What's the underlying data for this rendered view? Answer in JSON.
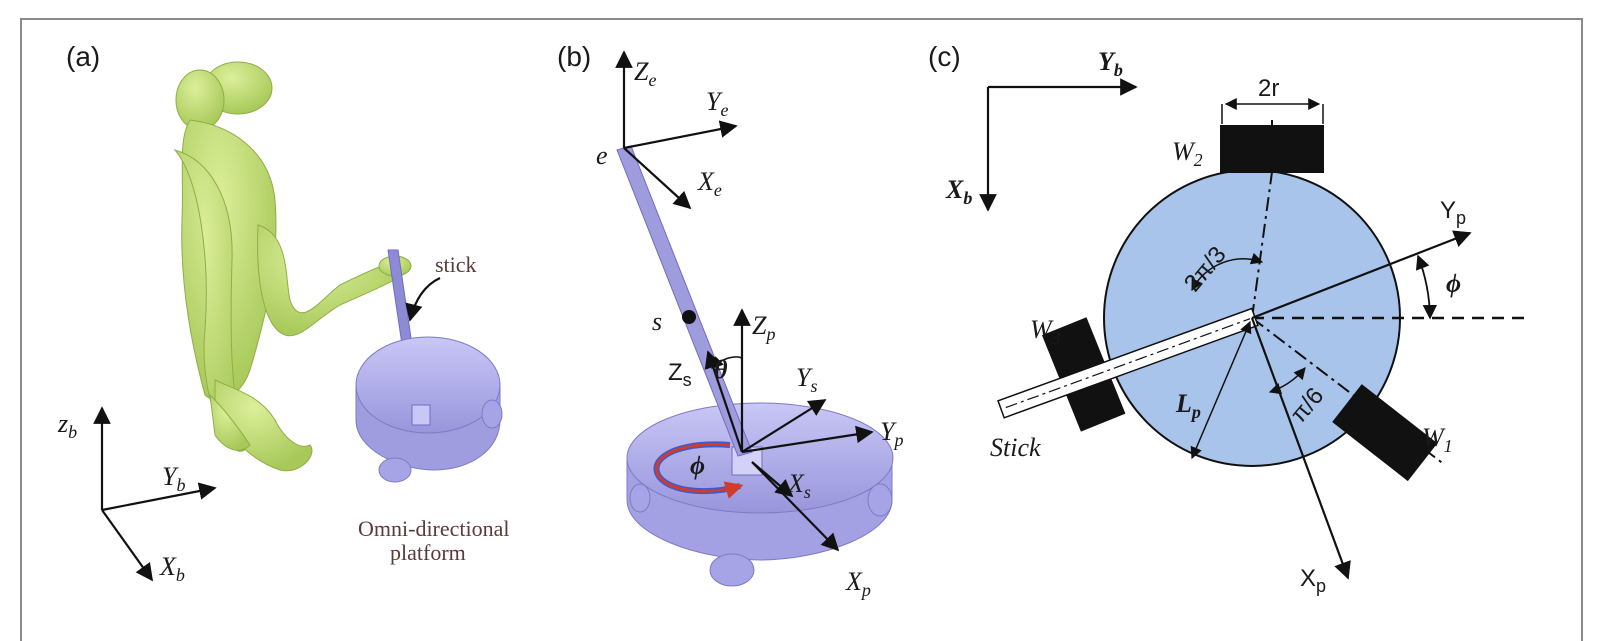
{
  "panels": {
    "a": {
      "label": "(a)",
      "stick_label": "stick",
      "platform_label_line1": "Omni-directional",
      "platform_label_line2": "platform",
      "axes": {
        "z": "z",
        "z_sub": "b",
        "y": "Y",
        "y_sub": "b",
        "x": "X",
        "x_sub": "b"
      },
      "colors": {
        "human": "#c8e07a",
        "human_shade": "#9fbf4d",
        "platform": "#b8b6ee",
        "platform_shade": "#8f8dd4"
      }
    },
    "b": {
      "label": "(b)",
      "axes": {
        "ze": "Z",
        "ze_sub": "e",
        "ye": "Y",
        "ye_sub": "e",
        "xe": "X",
        "xe_sub": "e",
        "e": "e",
        "s": "s",
        "zp": "Z",
        "zp_sub": "p",
        "zs": "Z",
        "zs_sub": "s",
        "ys": "Y",
        "ys_sub": "s",
        "yp": "Y",
        "yp_sub": "p",
        "xs": "X",
        "xs_sub": "s",
        "xp": "X",
        "xp_sub": "p",
        "theta": "θ",
        "phi": "ϕ"
      },
      "colors": {
        "stick": "#9e9cdc",
        "platform": "#b8b6ee",
        "rotation_arrow_red": "#d23a2a",
        "rotation_arrow_blue": "#3a5ad2"
      }
    },
    "c": {
      "label": "(c)",
      "axes": {
        "yb": "Y",
        "yb_sub": "b",
        "xb": "X",
        "xb_sub": "b",
        "yp": "Y",
        "yp_sub": "p",
        "xp": "X",
        "xp_sub": "p",
        "phi": "ϕ",
        "lp": "L",
        "lp_sub": "p"
      },
      "dims": {
        "wheel_width": "2r",
        "angle_2pi3": "2π/3",
        "angle_pi6": "π/6"
      },
      "wheels": {
        "w1": "W",
        "w1_sub": "1",
        "w2": "W",
        "w2_sub": "2",
        "w3": "W",
        "w3_sub": "3"
      },
      "stick_label": "Stick",
      "colors": {
        "disk": "#a9c4ea",
        "wheel": "#111111"
      }
    }
  }
}
